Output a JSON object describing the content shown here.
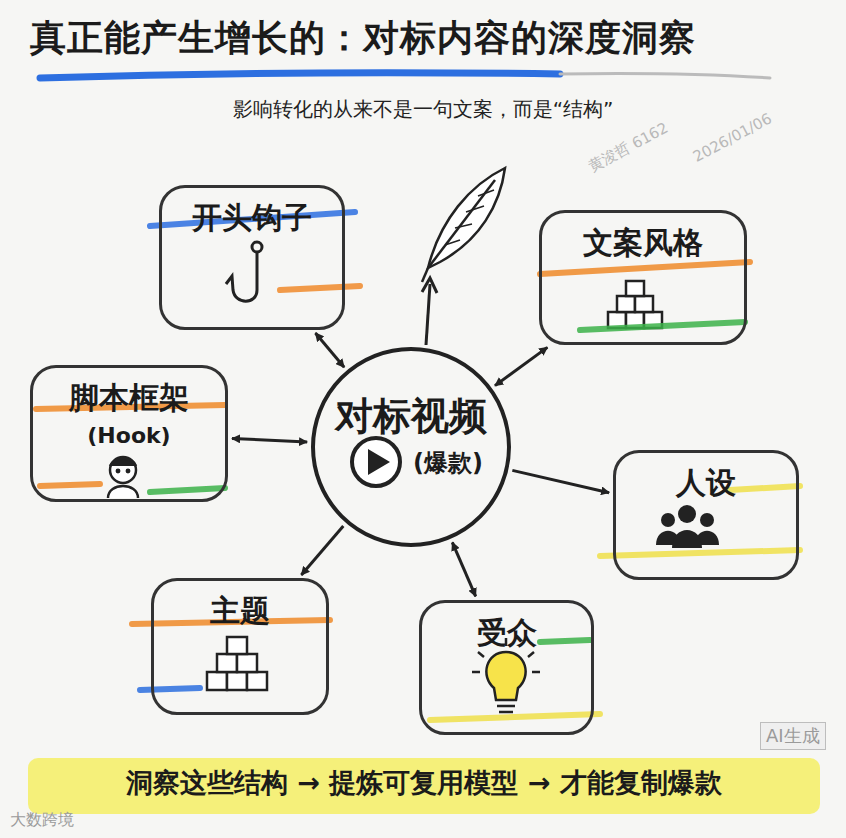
{
  "diagram": {
    "title": "真正能产生增长的：对标内容的深度洞察",
    "caption": "洞察这些结构 → 提炼可复用模型 → 才能复制爆款",
    "nodes": [
      {
        "text": [
          "对标视频",
          "(爆款)"
        ]
      },
      {
        "text": [
          "开头钩子"
        ]
      },
      {
        "text": [
          "文案风格"
        ]
      },
      {
        "text": [
          "脚本框架",
          "(Hook)"
        ]
      },
      {
        "text": [
          "人设"
        ]
      },
      {
        "text": [
          "主题"
        ]
      },
      {
        "text": [
          "受众"
        ]
      }
    ],
    "edges": [
      {
        "from": 0,
        "to": 1,
        "arrow": "both"
      },
      {
        "from": 0,
        "to": 2,
        "arrow": "both"
      },
      {
        "from": 0,
        "to": 3,
        "arrow": "both"
      },
      {
        "from": 0,
        "to": 4,
        "arrow": "to"
      },
      {
        "from": 0,
        "to": 5,
        "arrow": "to"
      },
      {
        "from": 0,
        "to": 6,
        "arrow": "both"
      }
    ],
    "labels": [
      "影响转化的从来不是一句文案，而是“结构”",
      "黄浚哲 6162",
      "2026/01/06",
      "大数跨境",
      "AI生成"
    ]
  }
}
